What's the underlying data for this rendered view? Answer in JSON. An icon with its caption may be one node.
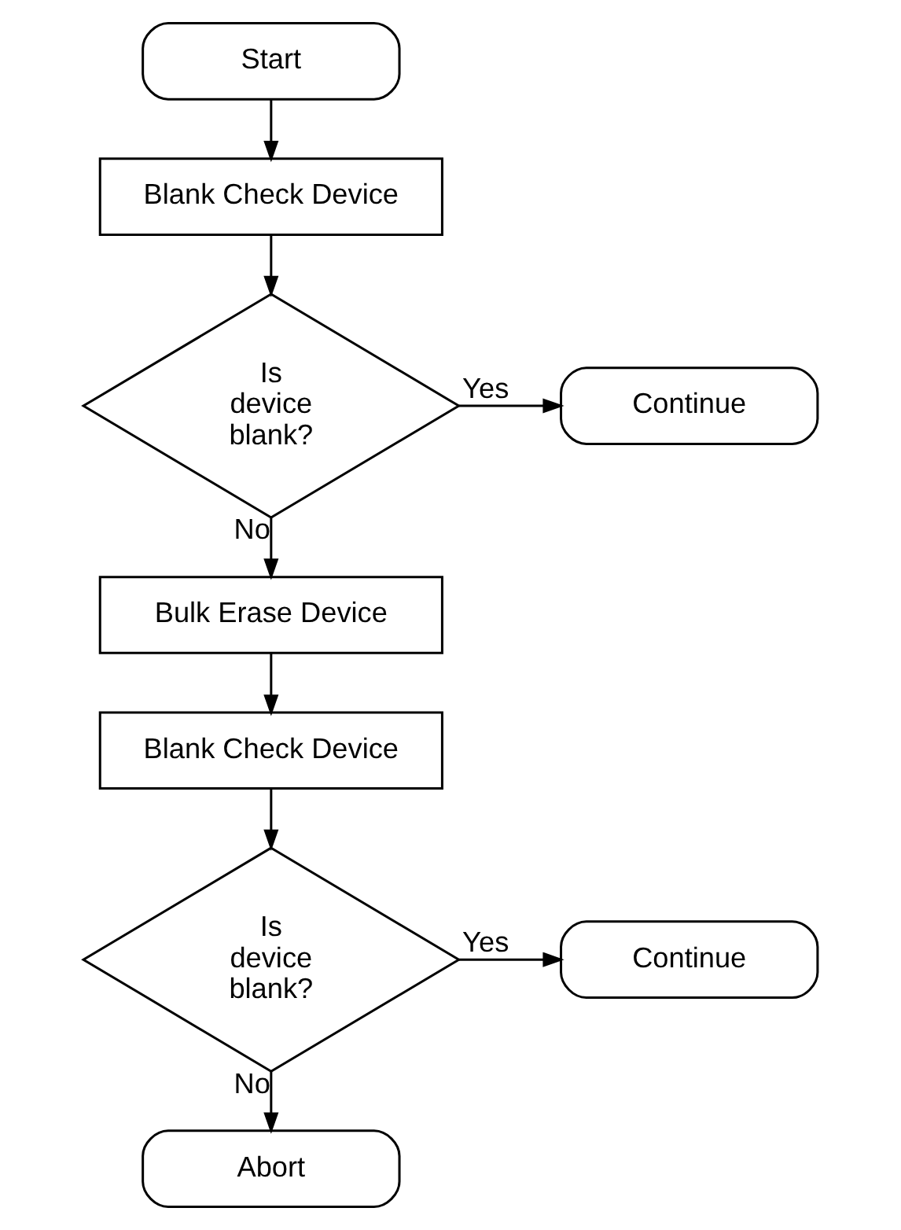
{
  "diagram": {
    "nodes": [
      {
        "text": [
          "Start"
        ]
      },
      {
        "text": [
          "Blank Check Device"
        ]
      },
      {
        "text": [
          "Is device blank?"
        ]
      },
      {
        "text": [
          "Continue"
        ]
      },
      {
        "text": [
          "Bulk Erase Device"
        ]
      },
      {
        "text": [
          "Blank Check Device"
        ]
      },
      {
        "text": [
          "Is device blank?"
        ]
      },
      {
        "text": [
          "Continue"
        ]
      },
      {
        "text": [
          "Abort"
        ]
      }
    ],
    "edges": [
      {
        "from": 0,
        "to": 1,
        "arrow": "to"
      },
      {
        "from": 1,
        "to": 2,
        "arrow": "to"
      },
      {
        "from": 2,
        "to": 3,
        "arrow": "to",
        "label": "Yes"
      },
      {
        "from": 2,
        "to": 4,
        "arrow": "to",
        "label": "No"
      },
      {
        "from": 4,
        "to": 5,
        "arrow": "to"
      },
      {
        "from": 5,
        "to": 6,
        "arrow": "to"
      },
      {
        "from": 6,
        "to": 7,
        "arrow": "to",
        "label": "Yes"
      },
      {
        "from": 6,
        "to": 8,
        "arrow": "to",
        "label": "No"
      }
    ]
  }
}
